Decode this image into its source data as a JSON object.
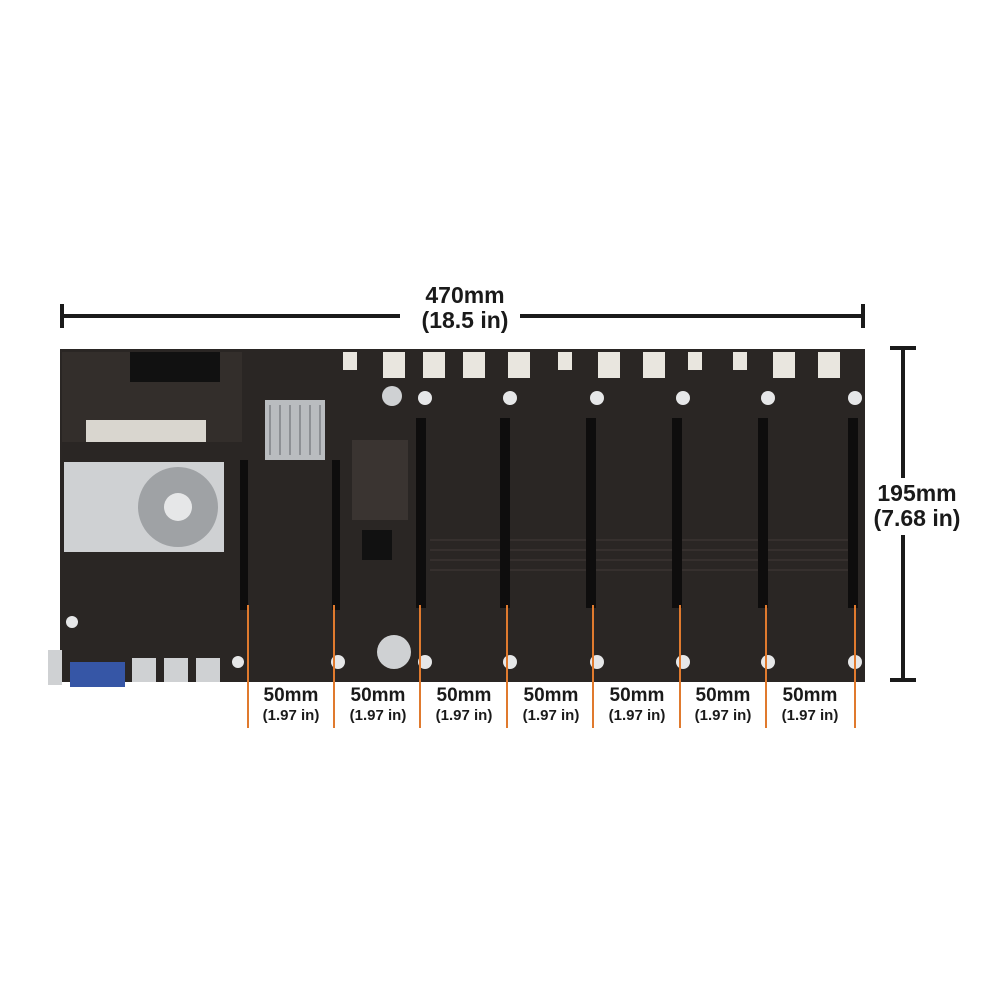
{
  "dimensions": {
    "width_mm": "470mm",
    "width_in": "(18.5 in)",
    "height_mm": "195mm",
    "height_in": "(7.68 in)"
  },
  "slot_spacings": [
    {
      "mm": "50mm",
      "in": "(1.97 in)"
    },
    {
      "mm": "50mm",
      "in": "(1.97 in)"
    },
    {
      "mm": "50mm",
      "in": "(1.97 in)"
    },
    {
      "mm": "50mm",
      "in": "(1.97 in)"
    },
    {
      "mm": "50mm",
      "in": "(1.97 in)"
    },
    {
      "mm": "50mm",
      "in": "(1.97 in)"
    },
    {
      "mm": "50mm",
      "in": "(1.97 in)"
    }
  ],
  "colors": {
    "board": "#2a2624",
    "slot": "#0e0d0d",
    "guide_line": "#e07a2e",
    "dimension_line": "#1a1a1a",
    "heatsink": "#b9bcbf"
  }
}
